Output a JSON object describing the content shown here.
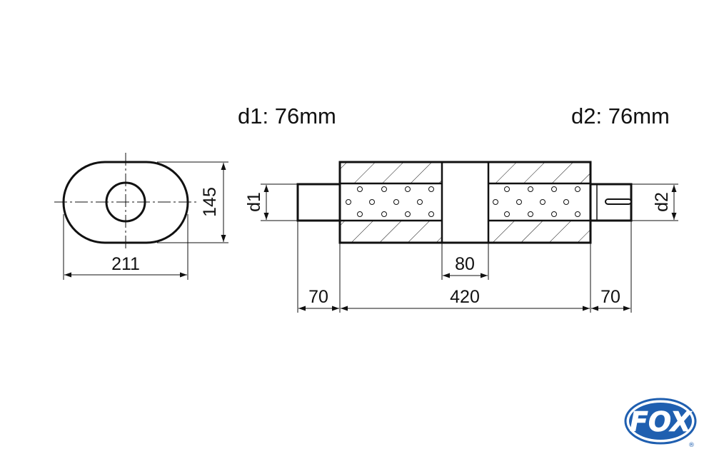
{
  "labels": {
    "d1_heading": "d1: 76mm",
    "d2_heading": "d2: 76mm",
    "d1_symbol": "d1",
    "d2_symbol": "d2"
  },
  "dimensions": {
    "oval_width": "211",
    "oval_height": "145",
    "inlet_length": "70",
    "body_length": "420",
    "center_chamber": "80",
    "outlet_length": "70"
  },
  "logo": {
    "text": "FOX",
    "registered": "®",
    "color": "#1f5fb0"
  },
  "colors": {
    "line": "#111111",
    "background": "#ffffff"
  }
}
